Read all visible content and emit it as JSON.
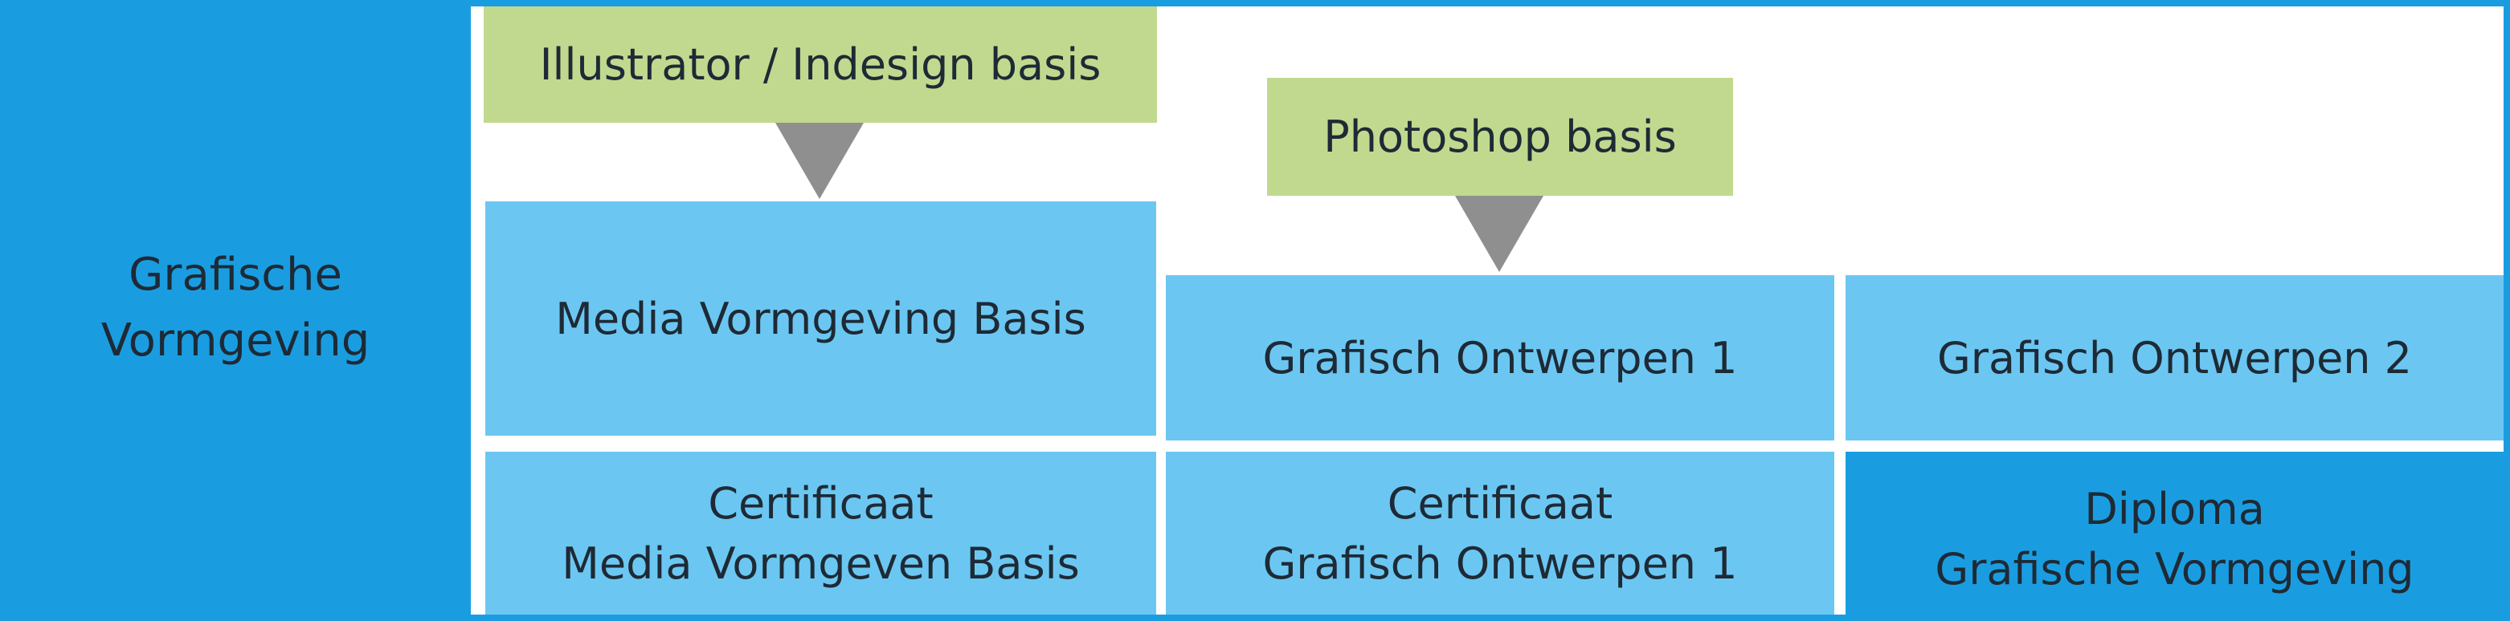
{
  "diagram": {
    "sidebar_title": "Grafische\nVormgeving",
    "prerequisites": {
      "illustrator_indesign": "Illustrator / Indesign basis",
      "photoshop": "Photoshop basis"
    },
    "courses": {
      "media_vormgeving_basis": "Media Vormgeving Basis",
      "grafisch_ontwerpen_1": "Grafisch Ontwerpen 1",
      "grafisch_ontwerpen_2": "Grafisch Ontwerpen 2"
    },
    "certificates": {
      "media_vormgeven_basis": "Certificaat\nMedia Vormgeven Basis",
      "grafisch_ontwerpen_1": "Certificaat\nGrafisch Ontwerpen 1",
      "diploma": "Diploma\nGrafische Vormgeving"
    },
    "colors": {
      "primary_blue": "#1a9de0",
      "light_blue": "#6bc7f2",
      "green": "#c0d98f",
      "arrow_gray": "#8f8f8f",
      "text": "#1e2a35"
    }
  }
}
